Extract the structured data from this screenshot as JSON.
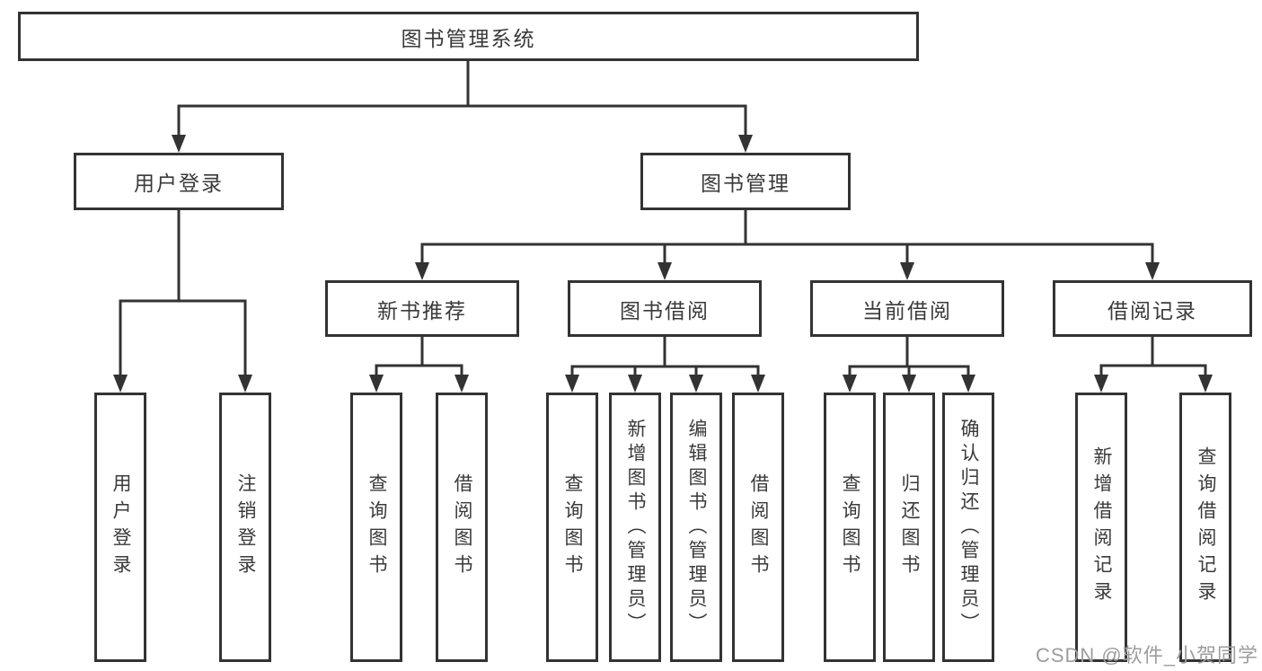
{
  "diagram": {
    "type": "hierarchy-tree",
    "orientation": "top-down"
  },
  "tree": {
    "label": "图书管理系统",
    "children": [
      {
        "label": "用户登录",
        "children": [
          {
            "label": "用户登录"
          },
          {
            "label": "注销登录"
          }
        ]
      },
      {
        "label": "图书管理",
        "children": [
          {
            "label": "新书推荐",
            "children": [
              {
                "label": "查询图书"
              },
              {
                "label": "借阅图书"
              }
            ]
          },
          {
            "label": "图书借阅",
            "children": [
              {
                "label": "查询图书"
              },
              {
                "label": "新增图书（管理员）"
              },
              {
                "label": "编辑图书（管理员）"
              },
              {
                "label": "借阅图书"
              }
            ]
          },
          {
            "label": "当前借阅",
            "children": [
              {
                "label": "查询图书"
              },
              {
                "label": "归还图书"
              },
              {
                "label": "确认归还（管理员）"
              }
            ]
          },
          {
            "label": "借阅记录",
            "children": [
              {
                "label": "新增借阅记录"
              },
              {
                "label": "查询借阅记录"
              }
            ]
          }
        ]
      }
    ]
  },
  "watermark": {
    "text": "CSDN @软件_小贺同学"
  },
  "colors": {
    "line": "#333333",
    "box_border": "#333333",
    "box_fill": "#ffffff",
    "text": "#3a3a3a",
    "watermark": "#9d9d9d",
    "background": "#ffffff"
  }
}
